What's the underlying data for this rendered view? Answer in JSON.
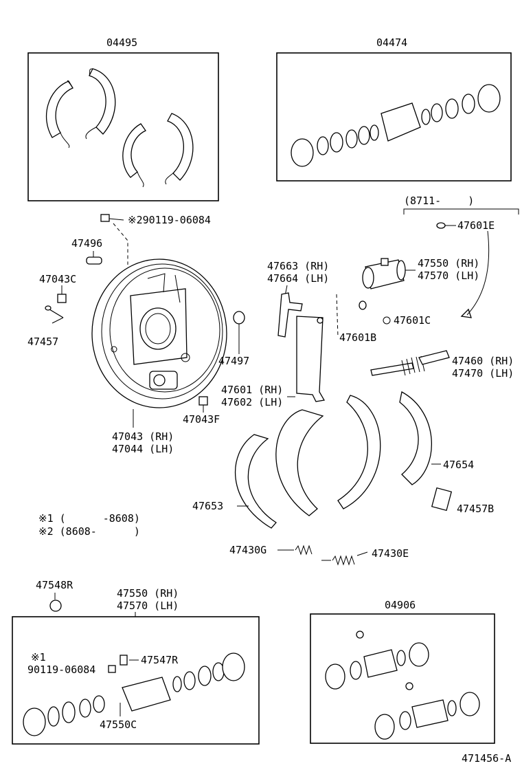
{
  "kits": {
    "shoe_kit": "04495",
    "wheel_cyl_kit_top": "04474",
    "wheel_cyl_kit_bottom": "04906"
  },
  "date_range_top": "(8711-　　 )",
  "labels": {
    "bolt_290119": "※290119-06084",
    "p47496": "47496",
    "p47043C": "47043C",
    "p47457": "47457",
    "p47497": "47497",
    "p47043F": "47043F",
    "backing_plate_rh": "47043 (RH)",
    "backing_plate_lh": "47044 (LH)",
    "lever_rh": "47663 (RH)",
    "lever_lh": "47664 (LH)",
    "p47601B": "47601B",
    "strut_rh": "47601 (RH)",
    "strut_lh": "47602 (LH)",
    "p47601E": "47601E",
    "cyl_rh_top": "47550 (RH)",
    "cyl_lh_top": "47570 (LH)",
    "p47601C": "47601C",
    "adjuster_rh": "47460 (RH)",
    "adjuster_lh": "47470 (LH)",
    "p47654": "47654",
    "p47653": "47653",
    "p47457B": "47457B",
    "p47430G": "47430G",
    "p47430E": "47430E",
    "p47548R": "47548R",
    "cyl_rh_bottom": "47550 (RH)",
    "cyl_lh_bottom": "47570 (LH)",
    "p47547R": "47547R",
    "p47550C": "47550C",
    "note_mark1": "※1",
    "bolt_90119": "90119-06084"
  },
  "notes": {
    "note1": "※1 (　　　 -8608)",
    "note2": "※2 (8608-　　　 )"
  },
  "figure_id": "471456-A"
}
